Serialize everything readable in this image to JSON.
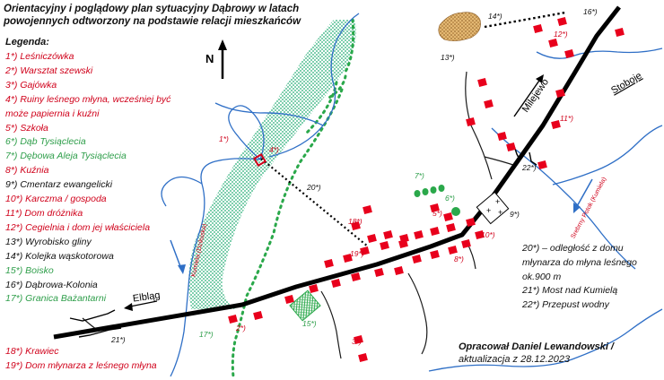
{
  "title": "Orientacyjny i poglądowy plan sytuacyjny Dąbrowy w latach powojennych odtworzony na podstawie relacji mieszkańców",
  "legend_heading": "Legenda:",
  "legend": [
    {
      "text": "1*) Leśniczówka",
      "color": "#d0021b"
    },
    {
      "text": "2*) Warsztat szewski",
      "color": "#d0021b"
    },
    {
      "text": "3*) Gajówka",
      "color": "#d0021b"
    },
    {
      "text": "4*) Ruiny leśnego młyna, wcześniej być może papiernia i kuźni",
      "color": "#d0021b"
    },
    {
      "text": "5*) Szkoła",
      "color": "#d0021b"
    },
    {
      "text": "6*) Dąb Tysiąclecia",
      "color": "#2e9e4a"
    },
    {
      "text": "7*) Dębowa Aleja Tysiąclecia",
      "color": "#2e9e4a"
    },
    {
      "text": "8*) Kuźnia",
      "color": "#d0021b"
    },
    {
      "text": "9*) Cmentarz ewangelicki",
      "color": "#111111"
    },
    {
      "text": "10*) Karczma / gospoda",
      "color": "#d0021b"
    },
    {
      "text": "11*) Dom dróżnika",
      "color": "#d0021b"
    },
    {
      "text": "12*) Cegielnia i dom jej właściciela",
      "color": "#d0021b"
    },
    {
      "text": "13*) Wyrobisko gliny",
      "color": "#111111"
    },
    {
      "text": "14*) Kolejka wąskotorowa",
      "color": "#111111"
    },
    {
      "text": "15*) Boisko",
      "color": "#2e9e4a"
    },
    {
      "text": "16*) Dąbrowa-Kolonia",
      "color": "#111111"
    },
    {
      "text": "17*) Granica Bażantarni",
      "color": "#2e9e4a"
    }
  ],
  "legend_extra": [
    {
      "text": "18*) Krawiec",
      "color": "#d0021b"
    },
    {
      "text": "19*) Dom młynarza z leśnego młyna",
      "color": "#d0021b"
    }
  ],
  "notes": [
    "20*) – odległość z domu młynarza do młyna leśnego ok.900 m",
    "21*) Most nad Kumielą",
    "22*) Przepust wodny"
  ],
  "credit": {
    "author": "Opracował Daniel Lewandowski /",
    "date": "aktualizacja z 28.12.2023"
  },
  "map": {
    "north": "N",
    "places": {
      "elblag": "Elbląg",
      "milejewo": "Milejewo",
      "stoboje": "Stoboje"
    },
    "rivers": {
      "kumiela_west": "Kumiela (Dzikuska)",
      "kumiela_east": "Srebrny Potok (Kumiela)"
    },
    "numbers": [
      "1*)",
      "2*)",
      "3*)",
      "4*)",
      "5*)",
      "6*)",
      "7*)",
      "8*)",
      "9*)",
      "10*)",
      "11*)",
      "12*)",
      "13*)",
      "14*)",
      "15*)",
      "16*)",
      "17*)",
      "18*)",
      "19*)",
      "20*)",
      "21*)",
      "22*)"
    ]
  },
  "colors": {
    "building": "#e8001c",
    "road": "#000000",
    "river": "#2f6fc6",
    "forest": "#8fd3b4",
    "green": "#2aa84a",
    "accent_red": "#d0021b"
  }
}
